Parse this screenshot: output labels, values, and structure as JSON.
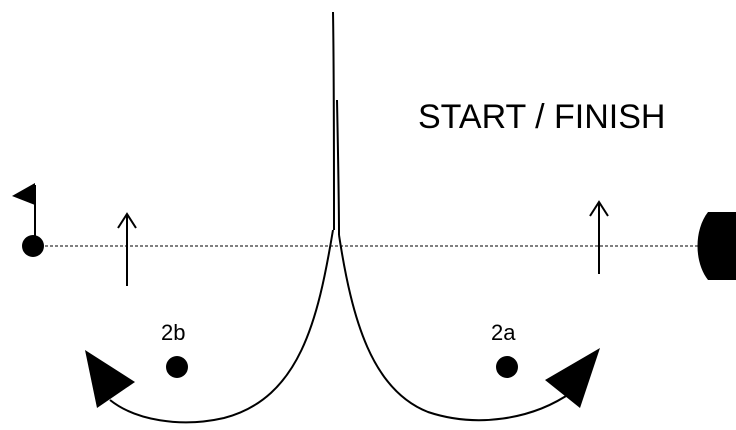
{
  "diagram": {
    "title": "START / FINISH",
    "markers": [
      {
        "label": "2b"
      },
      {
        "label": "2a"
      }
    ]
  },
  "colors": {
    "ink": "#000000",
    "background": "#ffffff"
  },
  "icons": [
    "flag-icon",
    "finish-post-icon",
    "up-arrow-icon",
    "curved-arrow-icon"
  ]
}
